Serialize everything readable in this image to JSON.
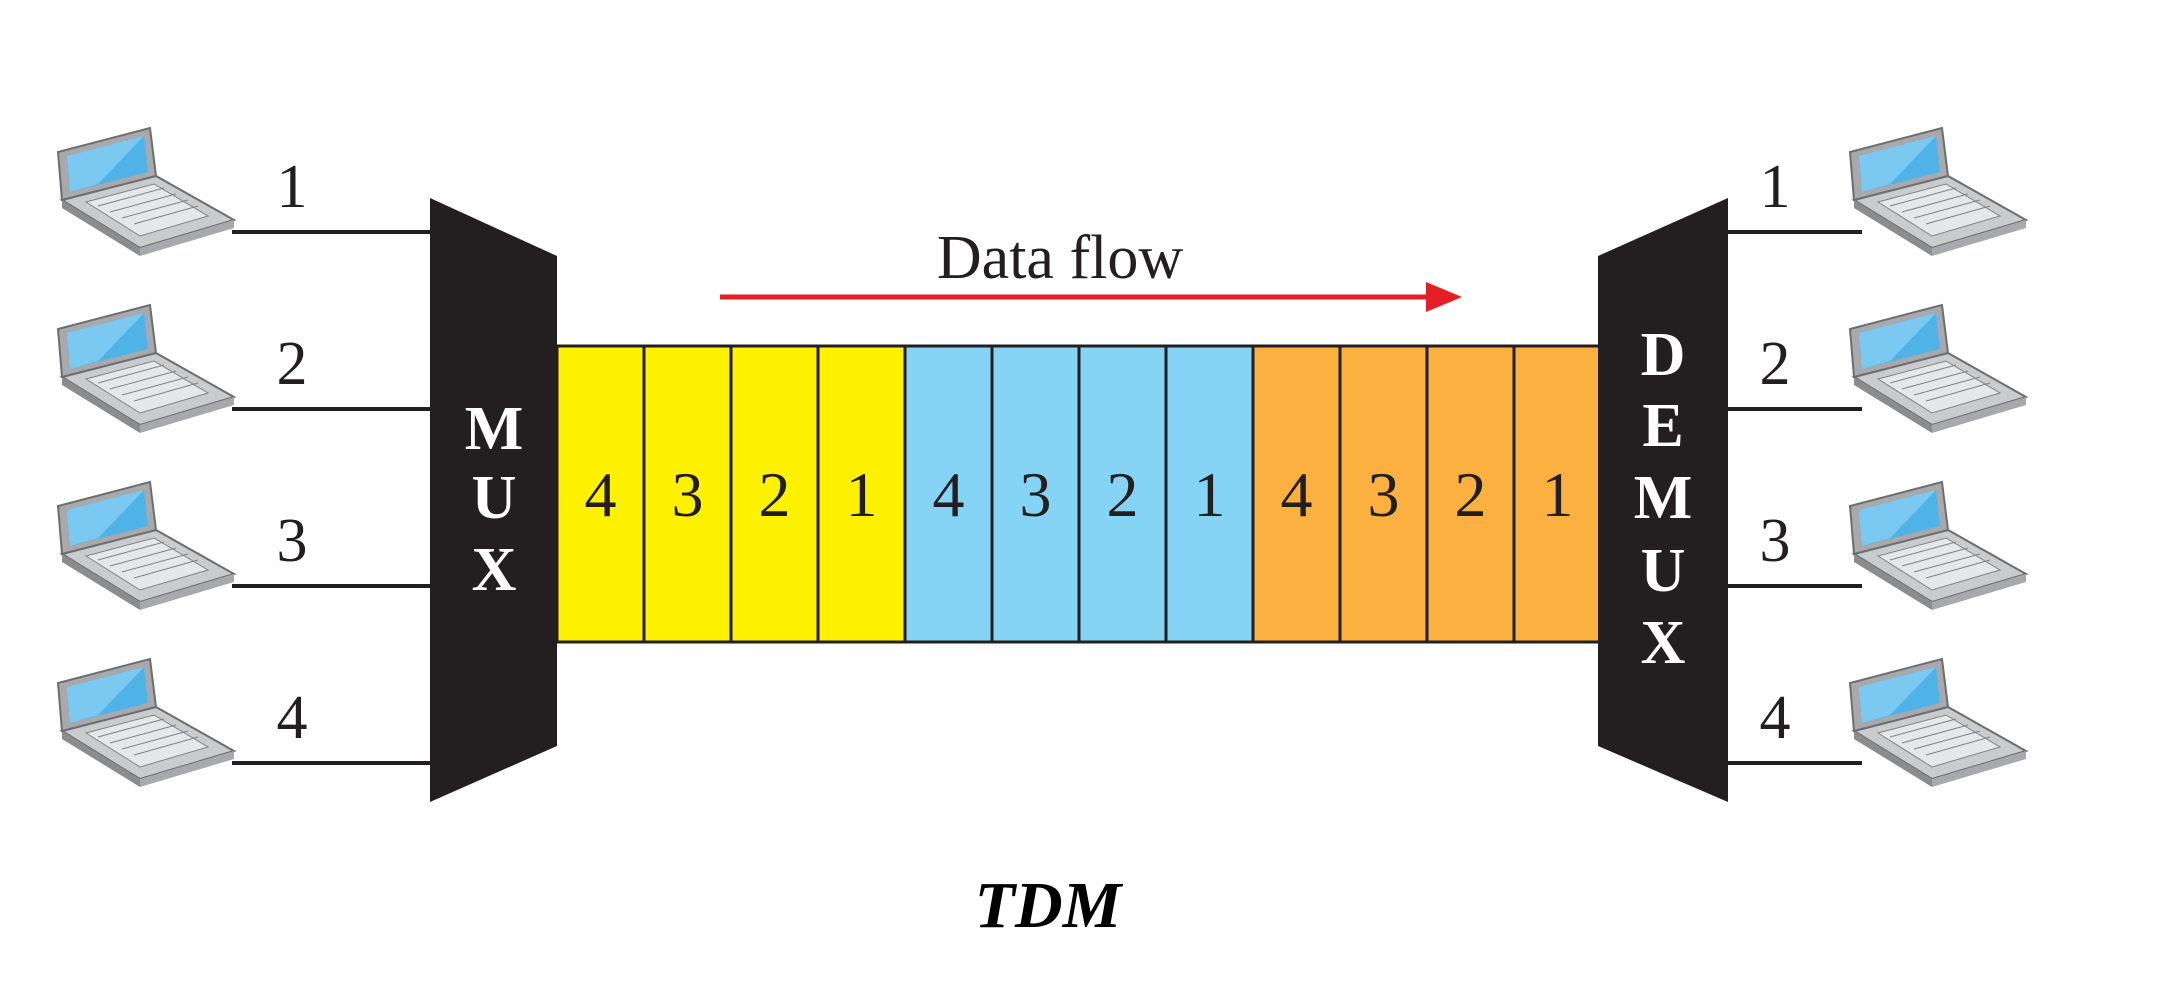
{
  "caption": "TDM",
  "data_flow_label": "Data flow",
  "mux": {
    "letters": [
      "M",
      "U",
      "X"
    ]
  },
  "demux": {
    "letters": [
      "D",
      "E",
      "M",
      "U",
      "X"
    ]
  },
  "input_lines": [
    "1",
    "2",
    "3",
    "4"
  ],
  "output_lines": [
    "1",
    "2",
    "3",
    "4"
  ],
  "frames": [
    {
      "color": "#fff200",
      "slots": [
        "4",
        "3",
        "2",
        "1"
      ]
    },
    {
      "color": "#86d4f5",
      "slots": [
        "4",
        "3",
        "2",
        "1"
      ]
    },
    {
      "color": "#fbb040",
      "slots": [
        "4",
        "3",
        "2",
        "1"
      ]
    }
  ],
  "colors": {
    "arrow": "#e31e24",
    "box": "#231f20",
    "line": "#231f20"
  },
  "icons": {
    "device": "laptop-icon"
  }
}
